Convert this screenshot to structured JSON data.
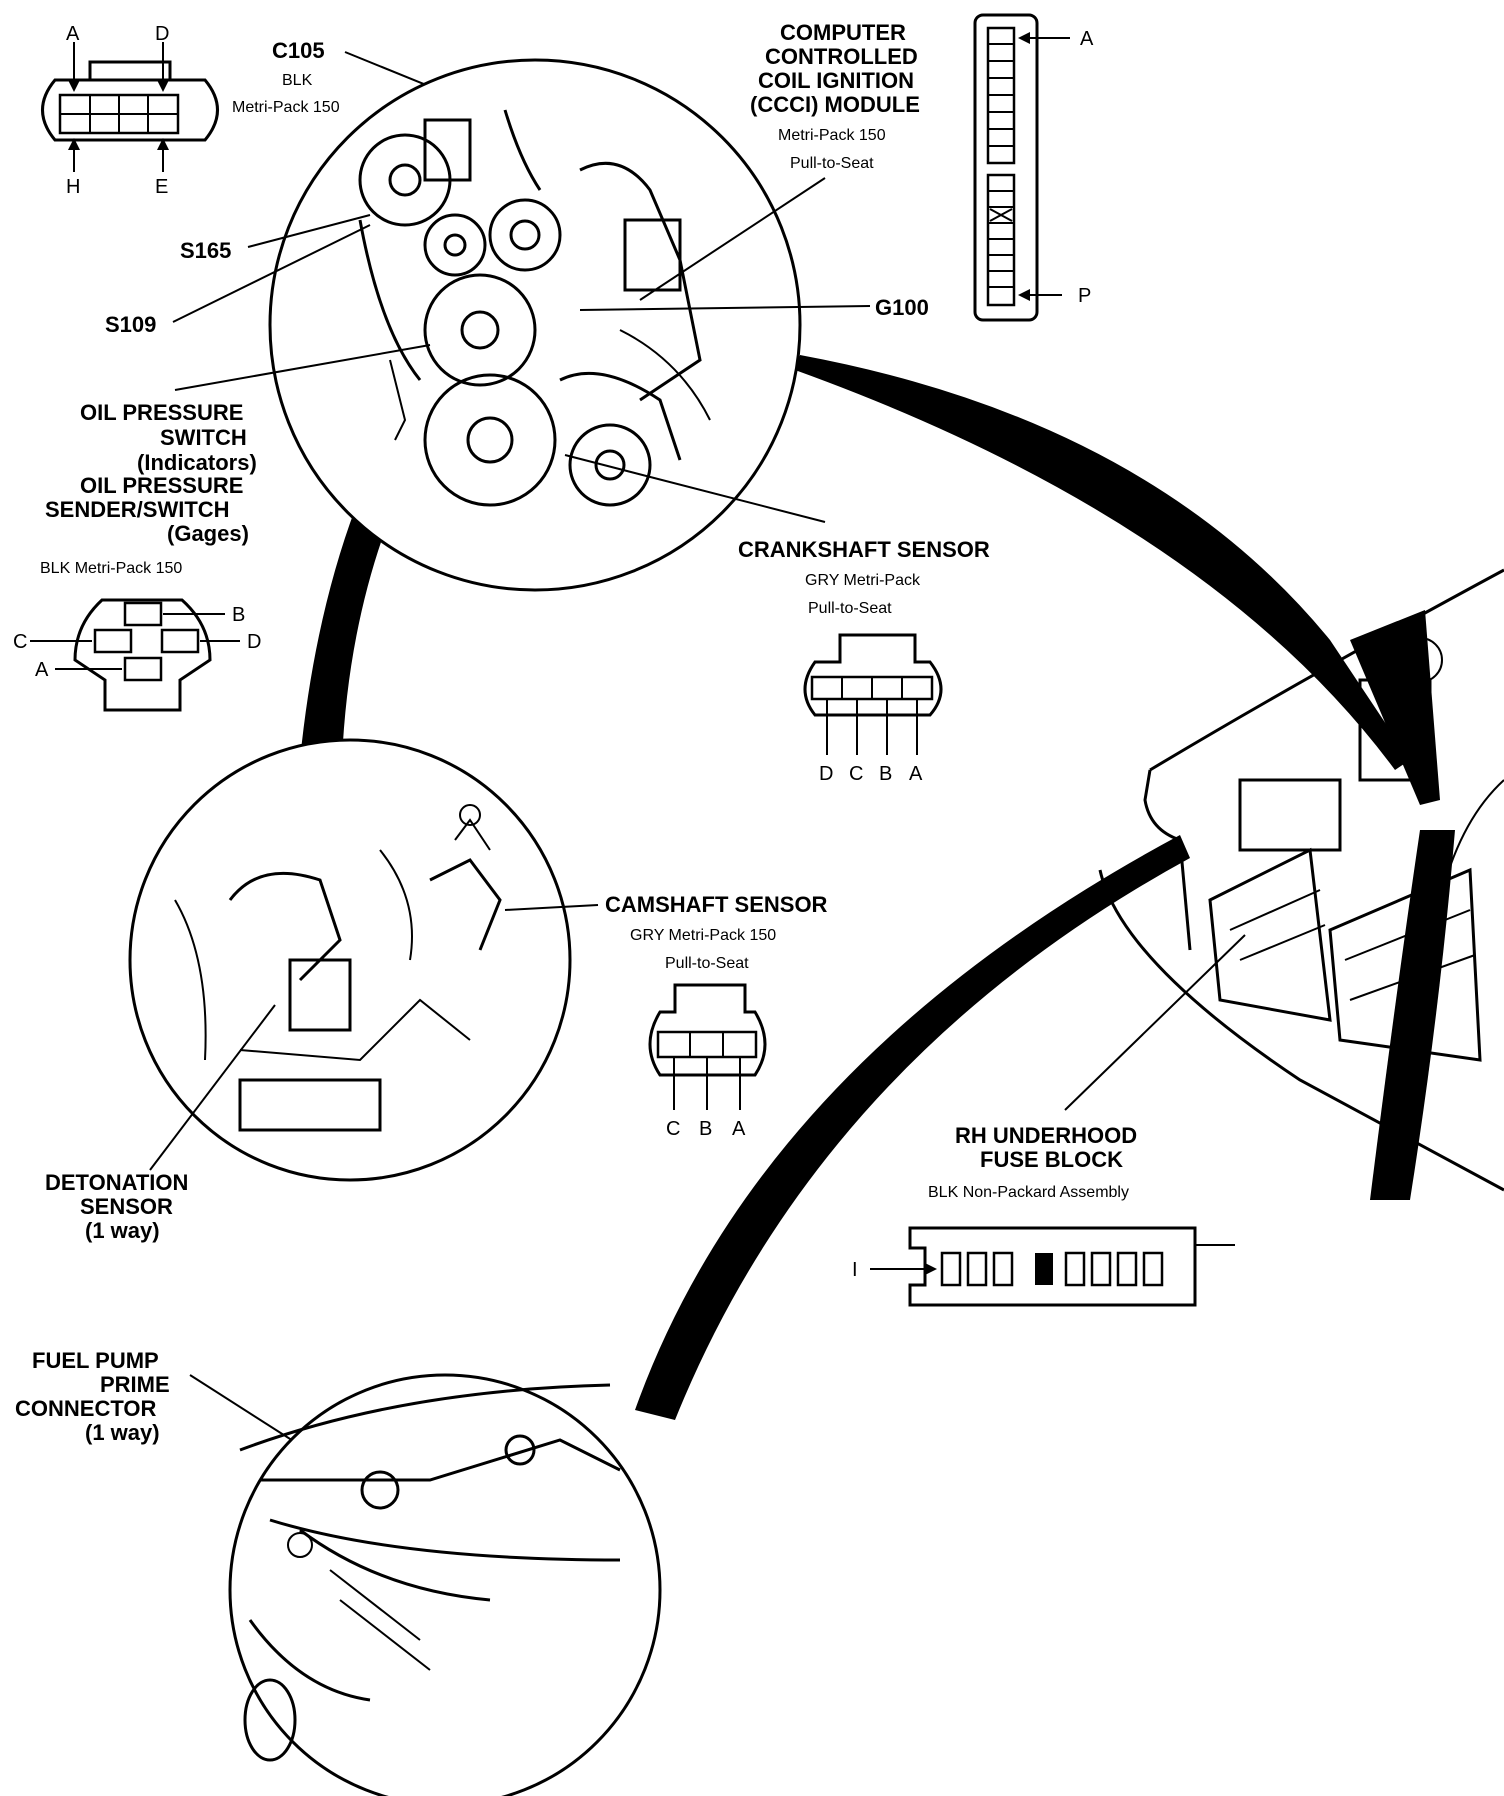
{
  "c105": {
    "id": "C105",
    "color": "BLK",
    "type": "Metri-Pack 150",
    "pins_top": [
      "A",
      "D"
    ],
    "pins_bottom": [
      "H",
      "E"
    ]
  },
  "s165": "S165",
  "s109": "S109",
  "g100": "G100",
  "ccci": {
    "title_lines": [
      "COMPUTER",
      "CONTROLLED",
      "COIL IGNITION",
      "(CCCI)  MODULE"
    ],
    "type": "Metri-Pack 150",
    "seat": "Pull-to-Seat",
    "pin_top": "A",
    "pin_bottom": "P"
  },
  "oil": {
    "lines": [
      "OIL PRESSURE",
      "SWITCH",
      "(Indicators)",
      "OIL PRESSURE",
      "SENDER/SWITCH",
      "(Gages)"
    ],
    "type": "BLK Metri-Pack 150",
    "pins": {
      "b": "B",
      "c": "C",
      "d": "D",
      "a": "A"
    }
  },
  "crank": {
    "title": "CRANKSHAFT SENSOR",
    "type": "GRY Metri-Pack",
    "seat": "Pull-to-Seat",
    "pins": [
      "D",
      "C",
      "B",
      "A"
    ]
  },
  "cam": {
    "title": "CAMSHAFT SENSOR",
    "type": "GRY Metri-Pack 150",
    "seat": "Pull-to-Seat",
    "pins": [
      "C",
      "B",
      "A"
    ]
  },
  "detonation": {
    "lines": [
      "DETONATION",
      "SENSOR",
      "(1 way)"
    ]
  },
  "fuse_block": {
    "lines": [
      "RH UNDERHOOD",
      "FUSE BLOCK"
    ],
    "type": "BLK Non-Packard Assembly",
    "pin": "I"
  },
  "fuel_pump": {
    "lines": [
      "FUEL PUMP",
      "PRIME",
      "CONNECTOR",
      "(1 way)"
    ]
  }
}
